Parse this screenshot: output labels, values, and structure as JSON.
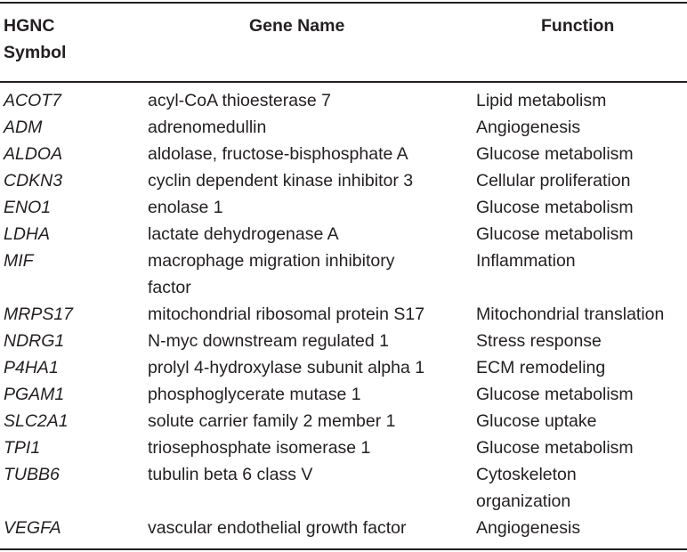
{
  "header": {
    "symbol_line1": "HGNC",
    "symbol_line2": "Symbol",
    "gene_name": "Gene Name",
    "function": "Function"
  },
  "rows": [
    {
      "symbol": "ACOT7",
      "gene": "acyl-CoA thioesterase 7",
      "function": "Lipid metabolism"
    },
    {
      "symbol": "ADM",
      "gene": "adrenomedullin",
      "function": "Angiogenesis"
    },
    {
      "symbol": "ALDOA",
      "gene": "aldolase, fructose-bisphosphate A",
      "function": "Glucose metabolism"
    },
    {
      "symbol": "CDKN3",
      "gene": "cyclin dependent kinase inhibitor 3",
      "function": "Cellular proliferation"
    },
    {
      "symbol": "ENO1",
      "gene": "enolase 1",
      "function": "Glucose metabolism"
    },
    {
      "symbol": "LDHA",
      "gene": "lactate dehydrogenase A",
      "function": "Glucose metabolism"
    },
    {
      "symbol": "MIF",
      "gene_line1": "macrophage migration inhibitory",
      "gene_line2": "factor",
      "function": "Inflammation"
    },
    {
      "symbol": "MRPS17",
      "gene": "mitochondrial ribosomal protein S17",
      "function": "Mitochondrial translation"
    },
    {
      "symbol": "NDRG1",
      "gene": "N-myc downstream regulated 1",
      "function": "Stress response"
    },
    {
      "symbol": "P4HA1",
      "gene": "prolyl 4-hydroxylase subunit alpha 1",
      "function": "ECM remodeling"
    },
    {
      "symbol": "PGAM1",
      "gene": "phosphoglycerate mutase 1",
      "function": "Glucose metabolism"
    },
    {
      "symbol": "SLC2A1",
      "gene": "solute carrier family 2 member 1",
      "function": "Glucose uptake"
    },
    {
      "symbol": "TPI1",
      "gene": "triosephosphate isomerase 1",
      "function": "Glucose metabolism"
    },
    {
      "symbol": "TUBB6",
      "gene": "tubulin beta 6 class V",
      "function_line1": "Cytoskeleton",
      "function_line2": "organization"
    },
    {
      "symbol": "VEGFA",
      "gene": "vascular endothelial growth factor",
      "function": "Angiogenesis"
    }
  ]
}
